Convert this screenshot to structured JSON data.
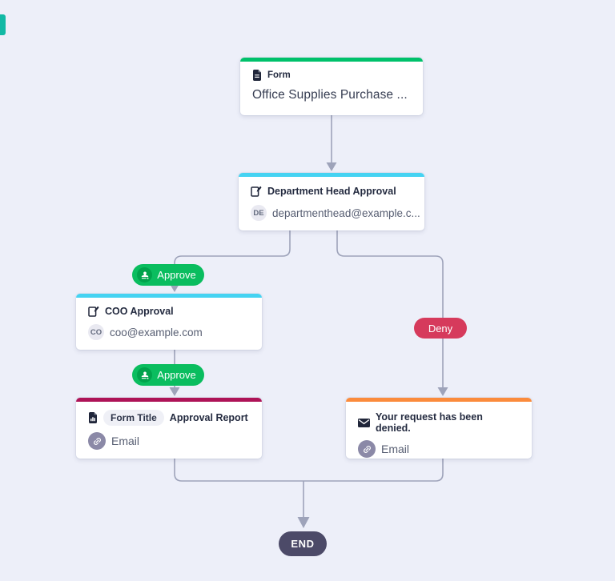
{
  "nodes": {
    "form": {
      "kind_label": "Form",
      "title": "Office Supplies Purchase ...",
      "accent": "#00c16b"
    },
    "dept_head": {
      "title": "Department Head Approval",
      "avatar_initials": "DE",
      "assignee": "departmenthead@example.c...",
      "accent": "#45d3f2"
    },
    "coo": {
      "title": "COO Approval",
      "avatar_initials": "CO",
      "assignee": "coo@example.com",
      "accent": "#45d3f2"
    },
    "approval_report": {
      "field_badge": "Form Title",
      "title": "Approval Report",
      "channel_label": "Email",
      "accent": "#ae1357"
    },
    "denied_email": {
      "title": "Your request has been denied.",
      "channel_label": "Email",
      "accent": "#fb8b3c"
    }
  },
  "branch_labels": {
    "approve": "Approve",
    "deny": "Deny"
  },
  "end_node": {
    "label": "END"
  },
  "colors": {
    "background": "#edeff9",
    "connector": "#9ea3ba",
    "approve_pill": "#0abd5f",
    "approve_pill_icon_bg": "#00a34c",
    "deny_pill": "#d63a5c",
    "end_pill": "#4c4a68",
    "accent_form": "#00c16b",
    "accent_approval": "#45d3f2",
    "accent_report": "#ae1357",
    "accent_denied_email": "#fb8b3c"
  }
}
